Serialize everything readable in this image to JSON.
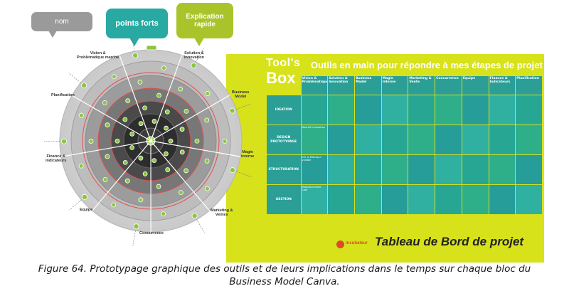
{
  "bubbles": {
    "nom": "nom",
    "points_forts": "points forts",
    "explication": "Explication rapide"
  },
  "radial_labels": {
    "top": "",
    "vision": "Vision &\nProblématique marché",
    "solution": "Solution &\nInnovation",
    "business_model": "Business\nModel",
    "planification": "Planification",
    "magie_interne": "Magie\ninterne",
    "finance": "Finance &\nindicateurs",
    "equipe": "Equipe",
    "marketing": "Marketing &\nVentes",
    "concurrence": "Concurrence"
  },
  "board": {
    "toolbox_line1": "Tool's",
    "toolbox_line2": "Box",
    "title": "Outils en main pour répondre à mes étapes de projet",
    "columns": [
      "Vision & Problématique",
      "Solution & Innovation",
      "Business Model",
      "Magie Interne",
      "Marketing & Vente",
      "Concurrence",
      "Equipe",
      "Finance & Indicateurs",
      "Planification"
    ],
    "rows": [
      {
        "label": "IDEATION",
        "cells": [
          "",
          "",
          "",
          "",
          "",
          "",
          "",
          "",
          ""
        ]
      },
      {
        "label": "DESIGN PROTOTYPAGE",
        "cells": [
          "Marché Innovation",
          "",
          "",
          "",
          "",
          "",
          "",
          "",
          ""
        ]
      },
      {
        "label": "STRUCTURATION",
        "cells": [
          "V.R. & Métrique valable",
          "",
          "",
          "",
          "",
          "",
          "",
          "",
          ""
        ]
      },
      {
        "label": "GESTION",
        "cells": [
          "Positionnement Clair",
          "",
          "",
          "",
          "",
          "",
          "",
          "",
          ""
        ]
      }
    ]
  },
  "logo_text": "incubateur",
  "dashboard_title": "Tableau de Bord de projet",
  "caption": {
    "line1": "Figure 64. Prototypage graphique des outils et de leurs implications dans le temps sur chaque bloc du",
    "line2": "Business Model Canva."
  },
  "colors": {
    "board": "#d7e21b",
    "teal": "#2b9e96",
    "green_node": "#8cc63f",
    "ring_dark": "#333333",
    "ring_light": "#c8c8c8"
  }
}
